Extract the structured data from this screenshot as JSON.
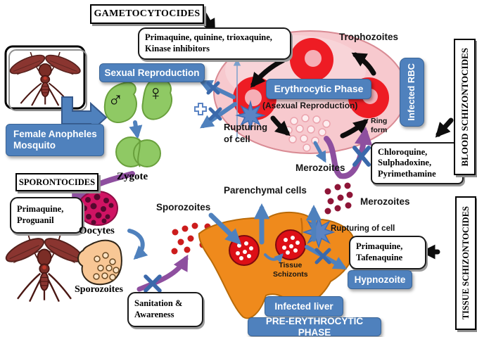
{
  "labels": {
    "gametocytocides": "GAMETOCYTOCIDES",
    "sporontocides": "SPORONTOCIDES",
    "blood_schizontocides": "BLOOD SCHIZONTOCIDES",
    "tissue_schizontocides": "TISSUE SCHIZONTOCIDES",
    "sexual_reproduction": "Sexual Reproduction",
    "erythrocytic_phase": "Erythrocytic Phase",
    "asexual_reproduction": "(Asexual Reproduction)",
    "trophozoites": "Trophozoites",
    "infected_rbc": "Infected RBC",
    "ring_form_l1": "Ring",
    "ring_form_l2": "form",
    "rupturing1_l1": "Rupturing",
    "rupturing1_l2": "of cell",
    "rupturing2": "Rupturing of cell",
    "merozoites_upper": "Merozoites",
    "merozoites_lower": "Merozoites",
    "parenchymal_cells": "Parenchymal cells",
    "sporozoites_upper": "Sporozoites",
    "sporozoites_lower": "Sporozoites",
    "zygote": "Zygote",
    "oocytes": "Oocytes",
    "tissue_schizonts_l1": "Tissue",
    "tissue_schizonts_l2": "Schizonts",
    "hypnozoite": "Hypnozoite",
    "infected_liver": "Infected liver",
    "pre_erythrocytic_phase": "PRE-ERYTHROCYTIC PHASE",
    "female_mosquito_l1": "Female Anopheles",
    "female_mosquito_l2": "Mosquito"
  },
  "drugs": {
    "gametocytocide_l1": "Primaquine, quinine, trioxaquine,",
    "gametocytocide_l2": "Kinase inhibitors",
    "sporontocide_l1": "Primaquine,",
    "sporontocide_l2": "Proguanil",
    "blood_l1": "Chloroquine,",
    "blood_l2": "Sulphadoxine,",
    "blood_l3": "Pyrimethamine",
    "tissue_l1": "Primaquine,",
    "tissue_l2": "Tafenaquine",
    "prevention_l1": "Sanitation &",
    "prevention_l2": "Awareness"
  },
  "icons": {
    "male_symbol": "♂",
    "female_symbol": "♀"
  },
  "colors": {
    "accent_blue": "#4f81bd",
    "rbc_red": "#ee1c24",
    "ellipse_pink": "#f7c9ce",
    "liver_orange": "#ef8a1c",
    "gamete_green": "#8fc964",
    "arrow_purple": "#8e4f9f",
    "oocyte_magenta": "#d01363",
    "merozoite_maroon": "#8e1537",
    "sporozoite_red": "#cc1c1c",
    "block_red": "#e8241c"
  }
}
